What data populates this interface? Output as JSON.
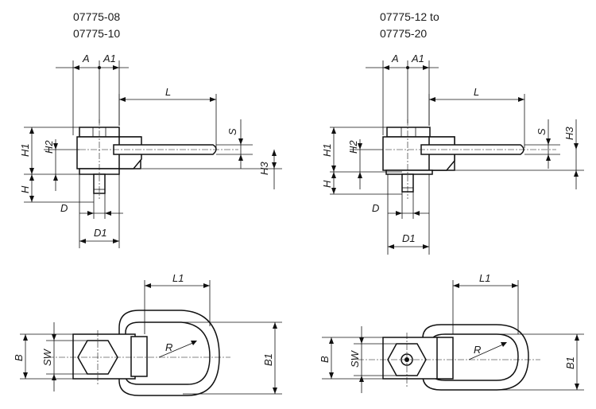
{
  "titles": {
    "left_line1": "07775-08",
    "left_line2": "07775-10",
    "right_line1": "07775-12 to",
    "right_line2": "07775-20"
  },
  "dims": {
    "A": "A",
    "A1": "A1",
    "L": "L",
    "S": "S",
    "H1": "H1",
    "H2": "H2",
    "H3": "H3",
    "H": "H",
    "D": "D",
    "D1": "D1",
    "L1": "L1",
    "R": "R",
    "B": "B",
    "SW": "SW",
    "B1": "B1"
  }
}
